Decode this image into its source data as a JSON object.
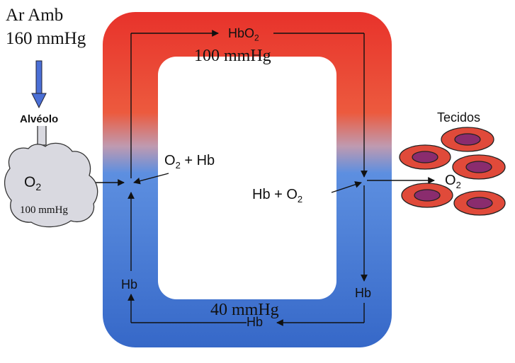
{
  "ambient": {
    "title": "Ar Amb",
    "pressure": "160 mmHg"
  },
  "alveolus": {
    "title": "Alvéolo",
    "gas_main": "O",
    "gas_sub": "2",
    "pressure": "100 mmHg"
  },
  "tissues": {
    "title": "Tecidos",
    "gas_main": "O",
    "gas_sub": "2"
  },
  "circuit": {
    "top_label_main": "HbO",
    "top_label_sub": "2",
    "top_pressure": "100 mmHg",
    "bottom_pressure": "40 mmHg",
    "bottom_label": "Hb",
    "left_hb": "Hb",
    "right_hb": "Hb",
    "left_reaction": {
      "a_main": "O",
      "a_sub": "2",
      "rest": " + Hb"
    },
    "right_reaction": {
      "pre": "Hb + ",
      "b_main": "O",
      "b_sub": "2"
    }
  },
  "colors": {
    "oxygenated": "#e8322b",
    "deoxygenated": "#3f74cf",
    "cell_outer": "#e04a3a",
    "cell_inner": "#8a2c6e",
    "alveolus_fill": "#d9d9e0",
    "ambient_arrow": "#4a6fd6"
  }
}
